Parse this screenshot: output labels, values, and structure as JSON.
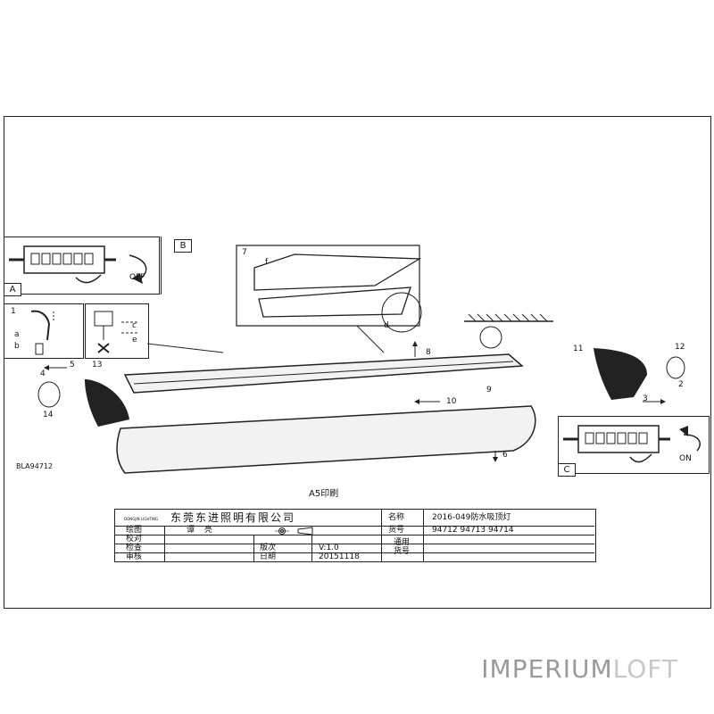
{
  "panels": {
    "a": {
      "tag": "A",
      "off_label": "OFF"
    },
    "b": {
      "tag": "B"
    },
    "c": {
      "tag": "C",
      "on_label": "ON"
    }
  },
  "callouts": [
    "1",
    "2",
    "3",
    "4",
    "5",
    "6",
    "7",
    "8",
    "9",
    "10",
    "11",
    "12",
    "13",
    "14"
  ],
  "hardware_letters": [
    "a",
    "b",
    "c",
    "d",
    "e",
    "f"
  ],
  "model_code": "BLA94712",
  "print_size": "A5印刷",
  "title_block": {
    "company": "东莞东进照明有限公司",
    "logo_text": "DONGJIN LIGHTING",
    "name_label": "名称",
    "name_value": "2016-049防水吸顶灯",
    "drawn_label": "绘图",
    "drawn_value": "谭 亮",
    "proof_label": "校对",
    "check_label": "检查",
    "review_label": "审核",
    "item_label": "货号",
    "item_value": "94712  94713  94714",
    "common_label_1": "通用",
    "common_label_2": "货号",
    "version_label": "版次",
    "version_value": "V:1.0",
    "date_label": "日期",
    "date_value": "20151118"
  },
  "watermark": {
    "part1": "IMPERIUM",
    "part2": "LOFT"
  }
}
